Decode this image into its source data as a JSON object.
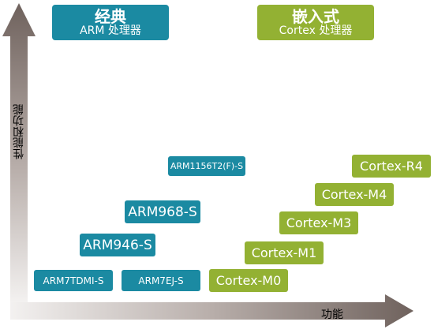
{
  "headers": {
    "classic": {
      "title": "经典",
      "subtitle": "ARM 处理器"
    },
    "embedded": {
      "title": "嵌入式",
      "subtitle": "Cortex 处理器"
    }
  },
  "axes": {
    "y_label": "性能和功能",
    "x_label": "功能"
  },
  "classic_processors": [
    "ARM7TDMI-S",
    "ARM7EJ-S",
    "ARM946-S",
    "ARM968-S",
    "ARM1156T2(F)-S"
  ],
  "cortex_processors": [
    "Cortex-M0",
    "Cortex-M1",
    "Cortex-M3",
    "Cortex-M4",
    "Cortex-R4"
  ],
  "colors": {
    "classic": "#1b8aa2",
    "embedded": "#93b133",
    "axis_dark": "#7a6d68",
    "axis_light": "#f2f0ef"
  }
}
